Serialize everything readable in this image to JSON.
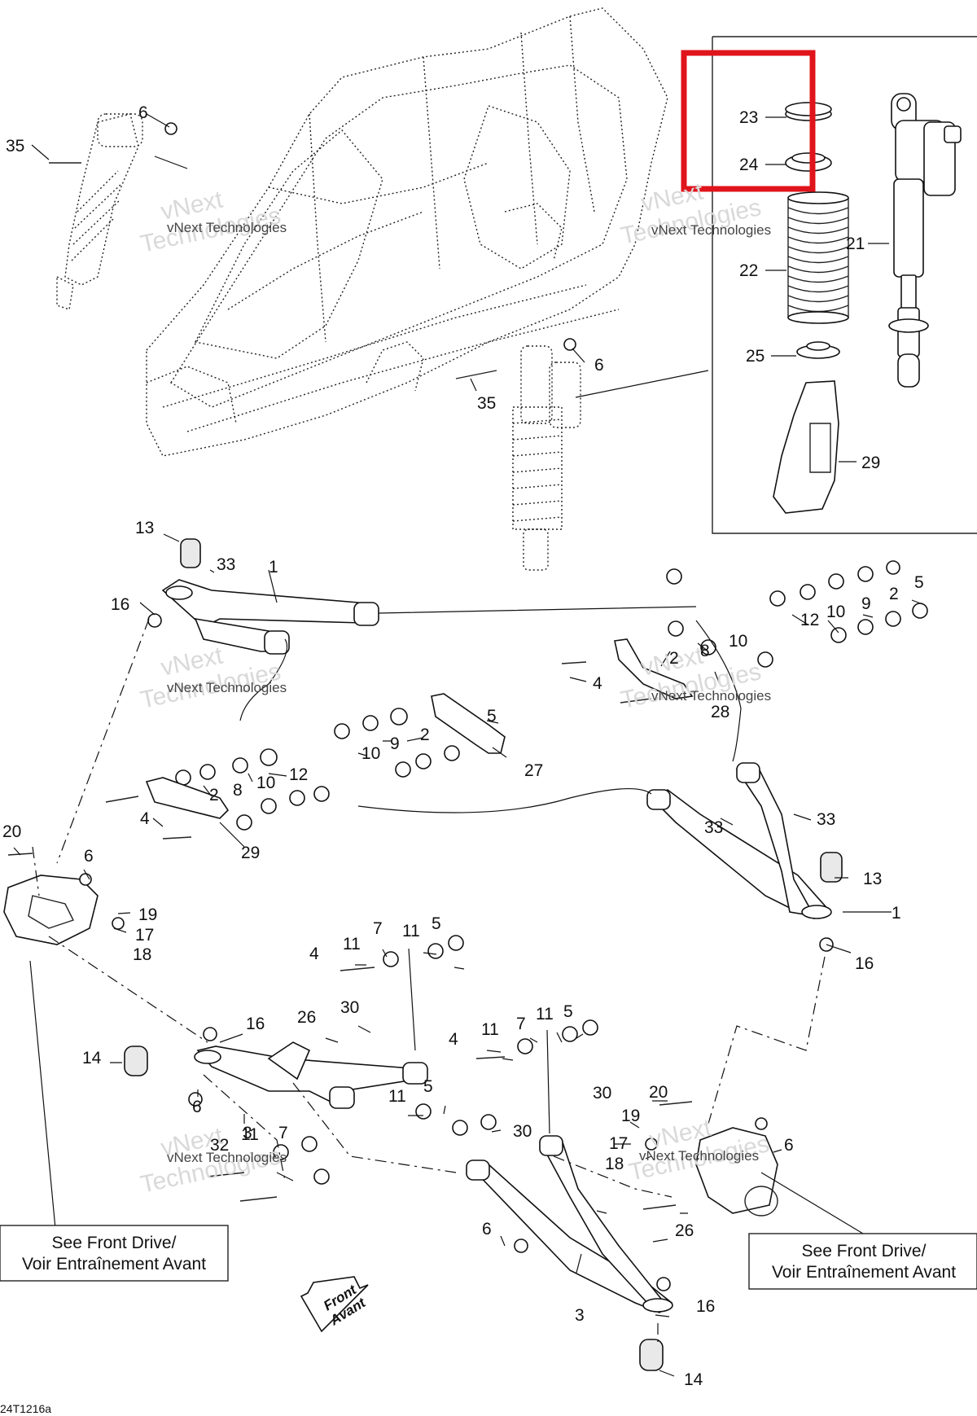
{
  "diagram": {
    "doc_code": "24T1216a",
    "watermark_line1": "vNext",
    "watermark_line2": "Technologies",
    "watermark_small": "vNext Technologies",
    "highlight_color": "#e0141b",
    "notes": {
      "left_line1": "See Front Drive/",
      "left_line2": "Voir Entraînement Avant",
      "right_line1": "See Front Drive/",
      "right_line2": "Voir Entraînement Avant"
    },
    "front_label_line1": "Front",
    "front_label_line2": "Avant",
    "callouts": [
      {
        "id": "c-35a",
        "text": "35"
      },
      {
        "id": "c-6a",
        "text": "6"
      },
      {
        "id": "c-6b",
        "text": "6"
      },
      {
        "id": "c-35b",
        "text": "35"
      },
      {
        "id": "c-23",
        "text": "23"
      },
      {
        "id": "c-24",
        "text": "24"
      },
      {
        "id": "c-21",
        "text": "21"
      },
      {
        "id": "c-22",
        "text": "22"
      },
      {
        "id": "c-25",
        "text": "25"
      },
      {
        "id": "c-29a",
        "text": "29"
      },
      {
        "id": "c-13a",
        "text": "13"
      },
      {
        "id": "c-33a",
        "text": "33"
      },
      {
        "id": "c-1a",
        "text": "1"
      },
      {
        "id": "c-16a",
        "text": "16"
      },
      {
        "id": "c-5a",
        "text": "5"
      },
      {
        "id": "c-2a",
        "text": "2"
      },
      {
        "id": "c-9a",
        "text": "9"
      },
      {
        "id": "c-10a",
        "text": "10"
      },
      {
        "id": "c-12a",
        "text": "12"
      },
      {
        "id": "c-4a",
        "text": "4"
      },
      {
        "id": "c-2b",
        "text": "2"
      },
      {
        "id": "c-8a",
        "text": "8"
      },
      {
        "id": "c-10b",
        "text": "10"
      },
      {
        "id": "c-28",
        "text": "28"
      },
      {
        "id": "c-5b",
        "text": "5"
      },
      {
        "id": "c-2c",
        "text": "2"
      },
      {
        "id": "c-9b",
        "text": "9"
      },
      {
        "id": "c-10c",
        "text": "10"
      },
      {
        "id": "c-27",
        "text": "27"
      },
      {
        "id": "c-8b",
        "text": "8"
      },
      {
        "id": "c-12b",
        "text": "12"
      },
      {
        "id": "c-2d",
        "text": "2"
      },
      {
        "id": "c-4b",
        "text": "4"
      },
      {
        "id": "c-29b",
        "text": "29"
      },
      {
        "id": "c-10d",
        "text": "10"
      },
      {
        "id": "c-20a",
        "text": "20"
      },
      {
        "id": "c-6c",
        "text": "6"
      },
      {
        "id": "c-19a",
        "text": "19"
      },
      {
        "id": "c-17a",
        "text": "17"
      },
      {
        "id": "c-18a",
        "text": "18"
      },
      {
        "id": "c-33b",
        "text": "33"
      },
      {
        "id": "c-33c",
        "text": "33"
      },
      {
        "id": "c-13b",
        "text": "13"
      },
      {
        "id": "c-1b",
        "text": "1"
      },
      {
        "id": "c-16b",
        "text": "16"
      },
      {
        "id": "c-7a",
        "text": "7"
      },
      {
        "id": "c-11a",
        "text": "11"
      },
      {
        "id": "c-5c",
        "text": "5"
      },
      {
        "id": "c-4c",
        "text": "4"
      },
      {
        "id": "c-11b",
        "text": "11"
      },
      {
        "id": "c-26a",
        "text": "26"
      },
      {
        "id": "c-30a",
        "text": "30"
      },
      {
        "id": "c-16c",
        "text": "16"
      },
      {
        "id": "c-11c",
        "text": "11"
      },
      {
        "id": "c-5d",
        "text": "5"
      },
      {
        "id": "c-7b",
        "text": "7"
      },
      {
        "id": "c-4d",
        "text": "4"
      },
      {
        "id": "c-11d",
        "text": "11"
      },
      {
        "id": "c-14a",
        "text": "14"
      },
      {
        "id": "c-6d",
        "text": "6"
      },
      {
        "id": "c-3a",
        "text": "3"
      },
      {
        "id": "c-5e",
        "text": "5"
      },
      {
        "id": "c-11e",
        "text": "11"
      },
      {
        "id": "c-30b",
        "text": "30"
      },
      {
        "id": "c-20b",
        "text": "20"
      },
      {
        "id": "c-19b",
        "text": "19"
      },
      {
        "id": "c-6e",
        "text": "6"
      },
      {
        "id": "c-17b",
        "text": "17"
      },
      {
        "id": "c-18b",
        "text": "18"
      },
      {
        "id": "c-32",
        "text": "32"
      },
      {
        "id": "c-11f",
        "text": "11"
      },
      {
        "id": "c-7c",
        "text": "7"
      },
      {
        "id": "c-30c",
        "text": "30"
      },
      {
        "id": "c-26b",
        "text": "26"
      },
      {
        "id": "c-6f",
        "text": "6"
      },
      {
        "id": "c-3b",
        "text": "3"
      },
      {
        "id": "c-16d",
        "text": "16"
      },
      {
        "id": "c-14b",
        "text": "14"
      }
    ]
  }
}
